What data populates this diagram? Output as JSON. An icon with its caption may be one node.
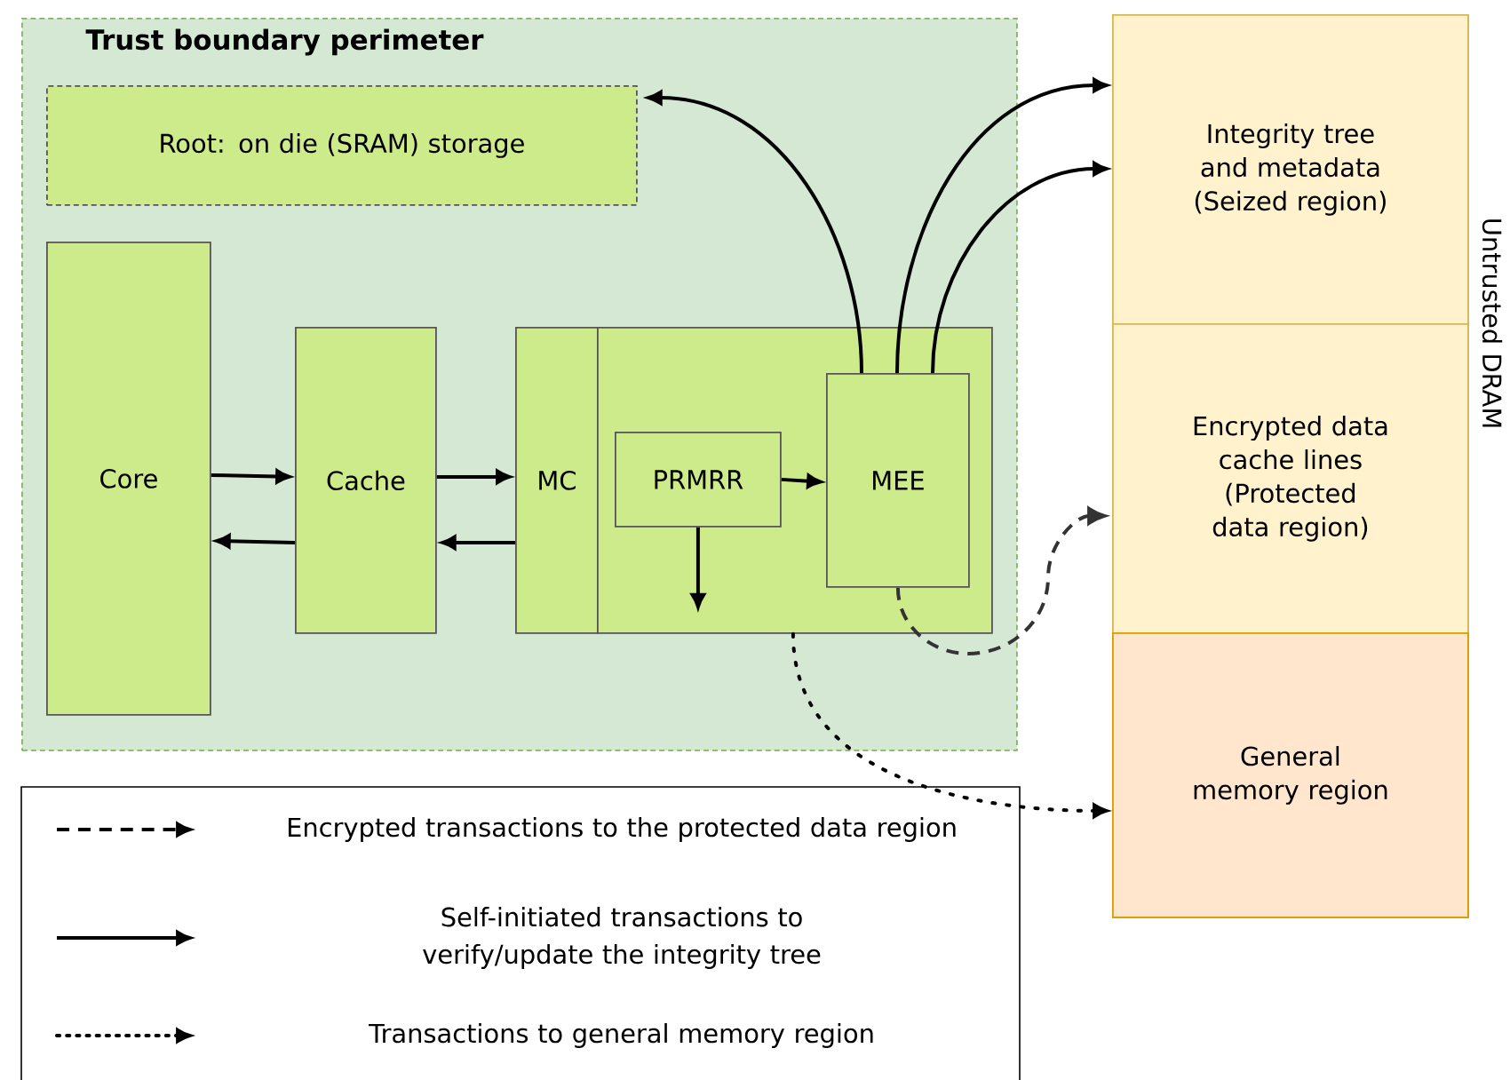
{
  "diagram": {
    "nodes": [
      {
        "text": [
          "Trust boundary perimeter"
        ]
      },
      {
        "text": [
          "Root: on die (SRAM) storage"
        ],
        "in": 0
      },
      {
        "text": [
          "Core"
        ],
        "in": 0
      },
      {
        "text": [
          "Cache"
        ],
        "in": 0
      },
      {
        "text": [
          "MC"
        ],
        "in": 0
      },
      {
        "text": [],
        "shape": "box",
        "in": 0
      },
      {
        "text": [
          "PRMRR"
        ],
        "in": 5
      },
      {
        "text": [
          "MEE"
        ],
        "in": 5
      },
      {
        "text": [
          "Untrusted DRAM"
        ]
      },
      {
        "text": [
          "Integrity tree and metadata (Seized region)"
        ],
        "in": 8
      },
      {
        "text": [
          "Encrypted data cache lines (Protected data region)"
        ],
        "in": 8
      },
      {
        "text": [
          "General memory region"
        ],
        "in": 8
      }
    ],
    "edges": [
      {
        "from": 2,
        "to": 3,
        "arrow": "to"
      },
      {
        "from": 3,
        "to": 2,
        "arrow": "to"
      },
      {
        "from": 3,
        "to": 4,
        "arrow": "to"
      },
      {
        "from": 4,
        "to": 3,
        "arrow": "to"
      },
      {
        "from": 6,
        "to": 7,
        "arrow": "to"
      },
      {
        "from": 6,
        "to": null,
        "arrow": "to"
      },
      {
        "from": 7,
        "to": 1,
        "arrow": "to"
      },
      {
        "from": 7,
        "to": 9,
        "arrow": "to"
      },
      {
        "from": 7,
        "to": 9,
        "arrow": "to"
      },
      {
        "from": 7,
        "to": 10,
        "arrow": "to",
        "style": "dashed",
        "color": "#333333"
      },
      {
        "from": 5,
        "to": 11,
        "arrow": "to",
        "style": "dashed"
      }
    ],
    "legend": [
      {
        "text": "Encrypted transactions to the protected data region"
      },
      {
        "text": "Self-initiated transactions to verify/update the integrity tree"
      },
      {
        "text": "Transactions to general memory region"
      }
    ]
  }
}
